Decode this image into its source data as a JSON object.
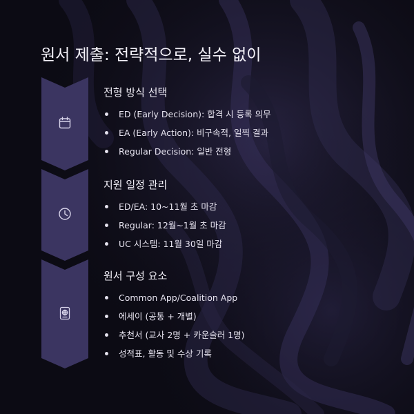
{
  "title": "원서 제출: 전략적으로, 실수 없이",
  "sections": [
    {
      "heading": "전형 방식 선택",
      "icon": "calendar-icon",
      "items": [
        "ED (Early Decision): 합격 시 등록 의무",
        "EA (Early Action): 비구속적, 일찍 결과",
        "Regular Decision: 일반 전형"
      ]
    },
    {
      "heading": "지원 일정 관리",
      "icon": "clock-icon",
      "items": [
        "ED/EA: 10~11월 초 마감",
        "Regular: 12월~1월 초 마감",
        "UC 시스템: 11월 30일 마감"
      ]
    },
    {
      "heading": "원서 구성 요소",
      "icon": "passport-icon",
      "items": [
        "Common App/Coalition App",
        "에세이 (공통 + 개별)",
        "추천서 (교사 2명 + 카운슬러 1명)",
        "성적표, 활동 및 수상 기록"
      ]
    }
  ],
  "colors": {
    "background": "#0c0b14",
    "chevron": "#3b3561",
    "icon": "#d8d4ea",
    "text": "#e6e3ef"
  }
}
